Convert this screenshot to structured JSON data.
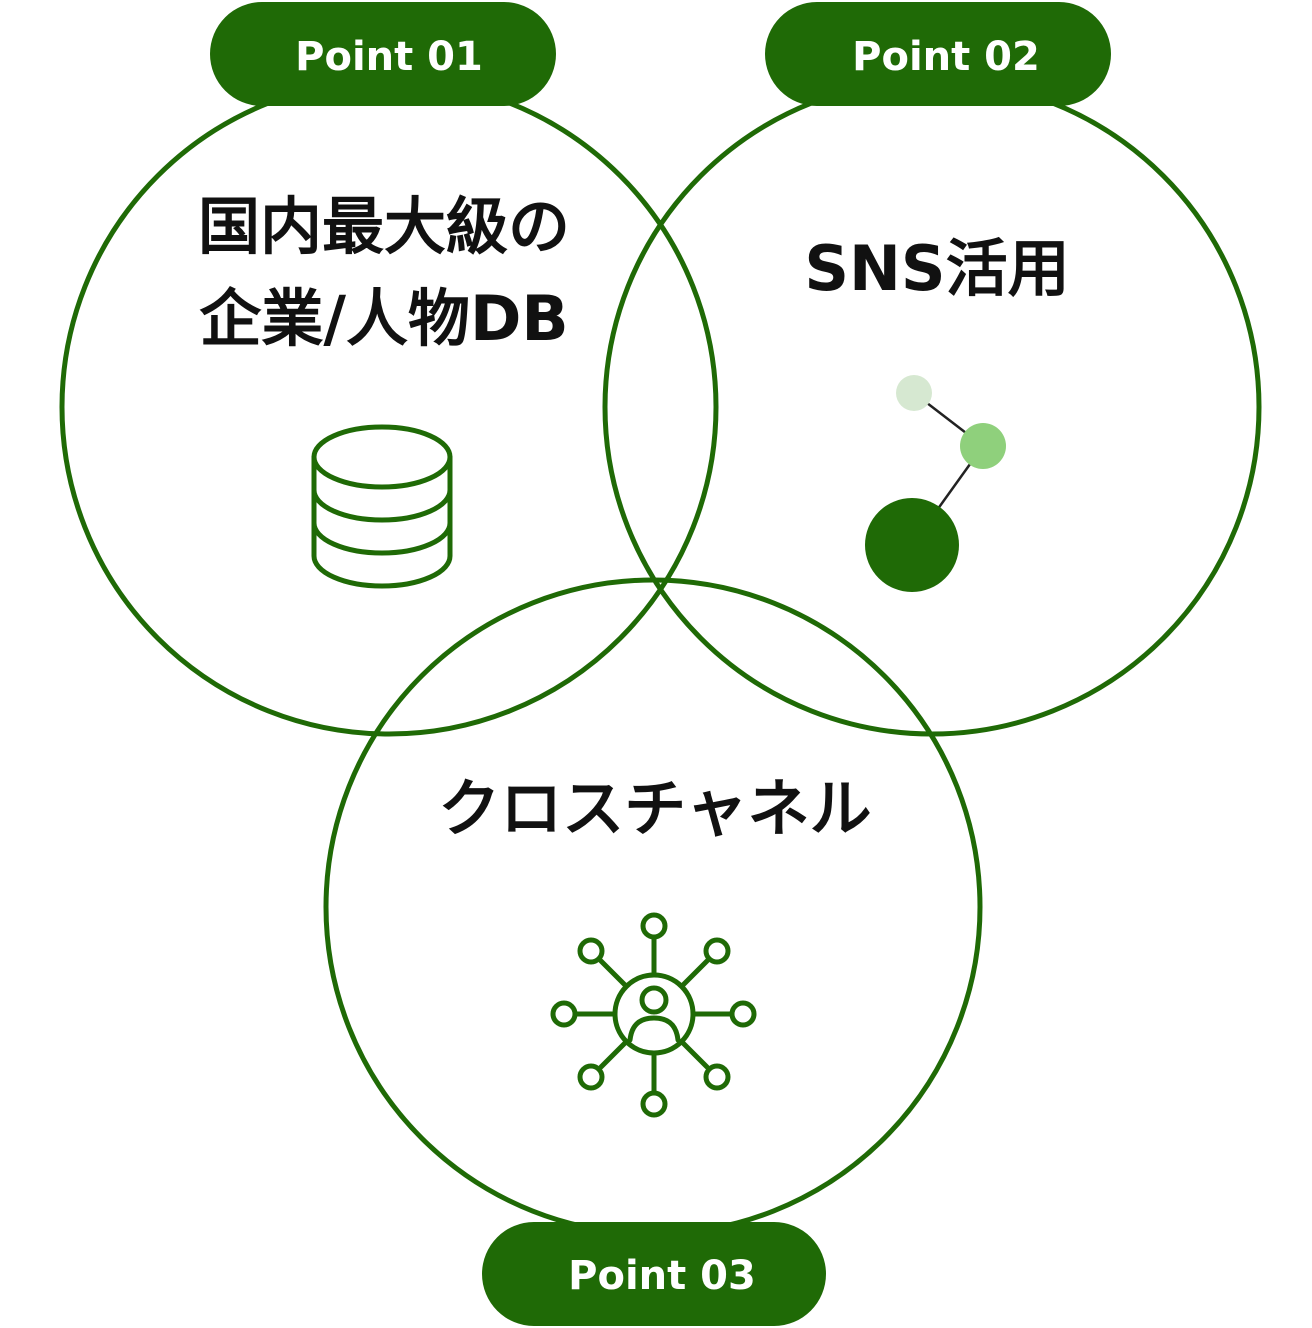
{
  "colors": {
    "brand_green": "#1f6a06",
    "node_light": "#d6e8d1",
    "node_mid": "#8fd07c",
    "text": "#111111",
    "background": "#ffffff"
  },
  "points": [
    {
      "badge": "Point 01",
      "title_lines": [
        "国内最大級の",
        "企業/人物DB"
      ],
      "icon": "database-icon"
    },
    {
      "badge": "Point 02",
      "title_lines": [
        "SNS活用"
      ],
      "icon": "social-nodes-icon"
    },
    {
      "badge": "Point 03",
      "title_lines": [
        "クロスチャネル"
      ],
      "icon": "network-person-icon"
    }
  ]
}
